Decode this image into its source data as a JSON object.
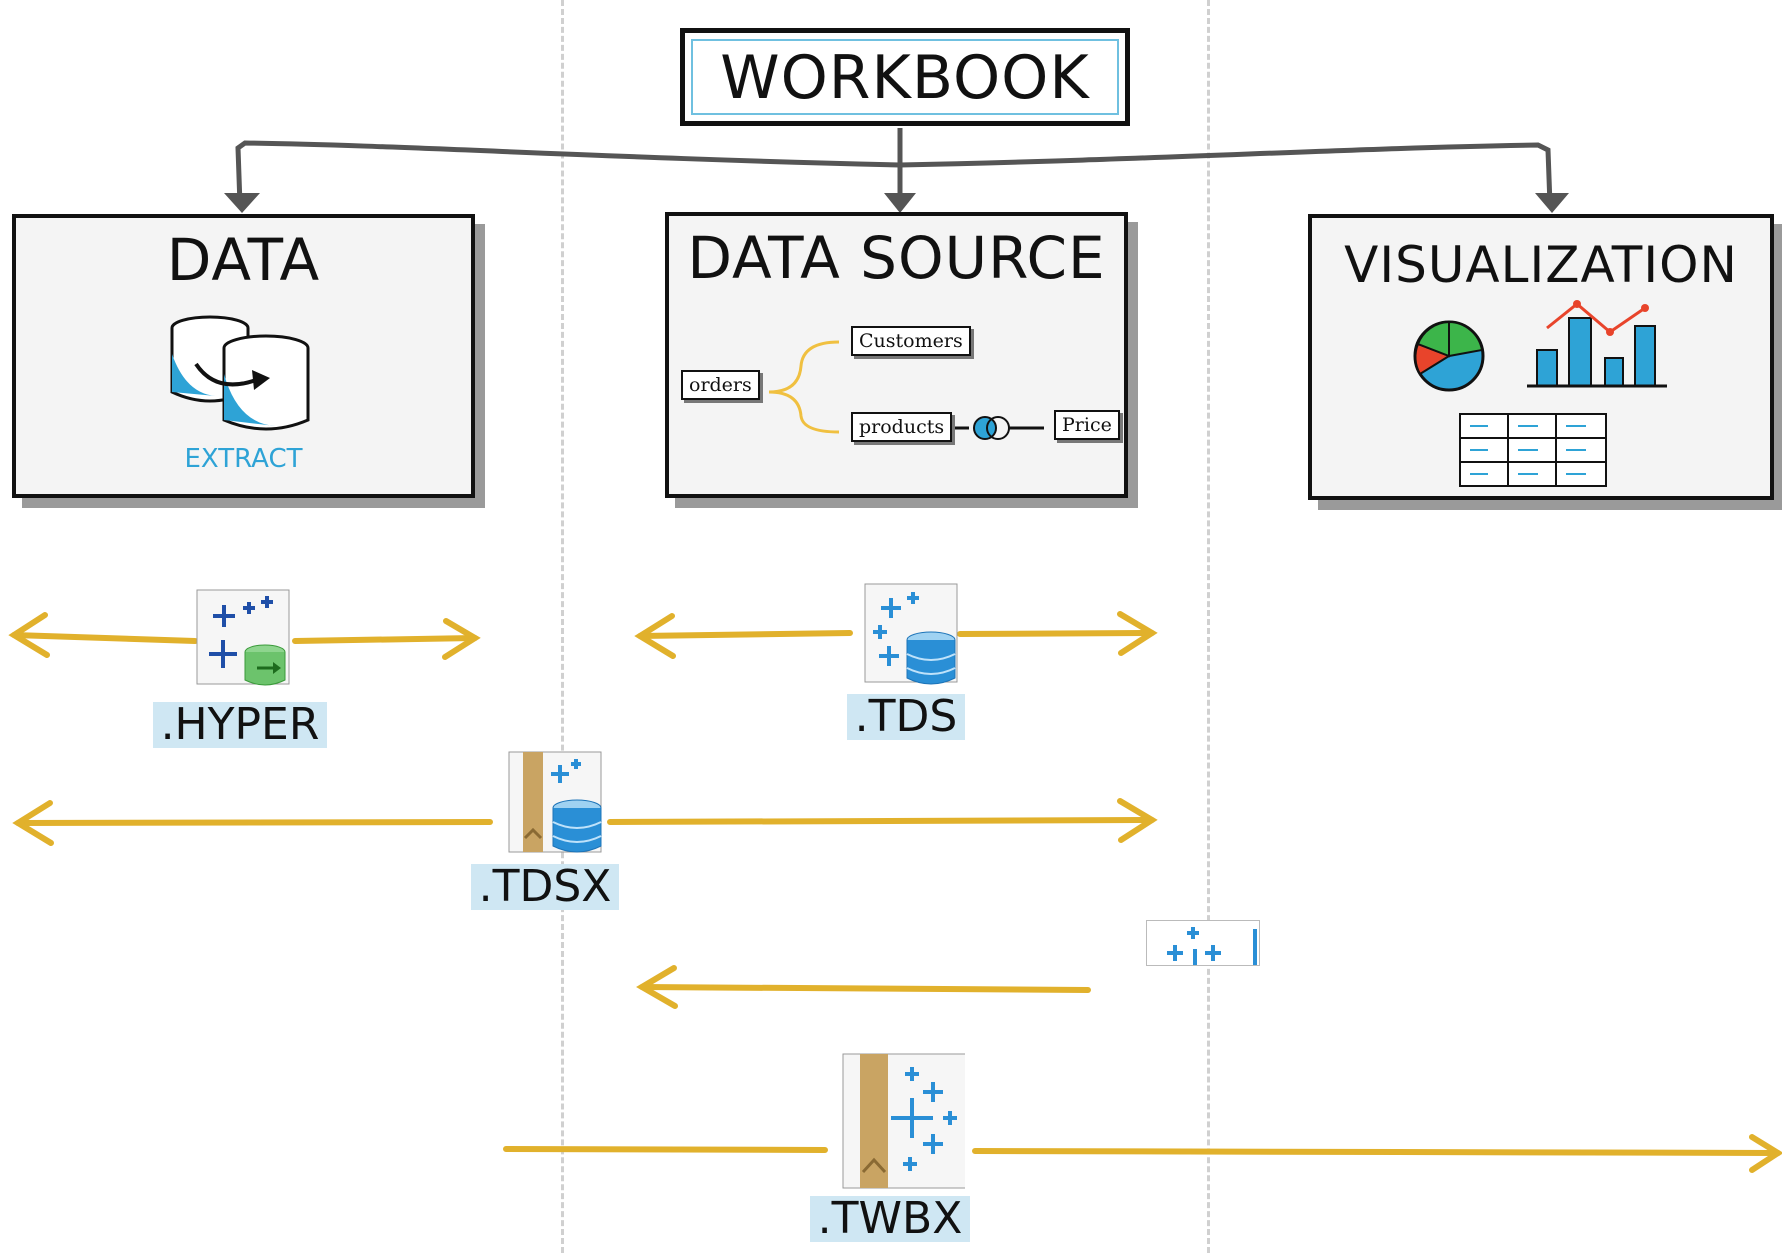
{
  "workbook": {
    "title": "WORKBOOK"
  },
  "boxes": {
    "data": {
      "title": "DATA",
      "extract_label": "EXTRACT"
    },
    "data_source": {
      "title": "DATA SOURCE",
      "tables": {
        "orders": "orders",
        "customers": "Customers",
        "products": "products",
        "price": "Price"
      }
    },
    "visualization": {
      "title": "VISUALIZATION"
    }
  },
  "files": {
    "hyper": ".HYPER",
    "tds": ".TDS",
    "tdsx": ".TDSX",
    "twbx": ".TWBX"
  },
  "colors": {
    "arrow": "#e1b12c",
    "connector": "#555555",
    "accent_blue": "#2ea3d6",
    "divider": "#d0d0d0"
  },
  "icons": {
    "extract": "database-extract-icon",
    "hyper": "tableau-hyper-file-icon",
    "tds": "tableau-datasource-file-icon",
    "tdsx": "tableau-packaged-datasource-icon",
    "twb": "tableau-workbook-icon",
    "twbx": "tableau-packaged-workbook-icon"
  }
}
